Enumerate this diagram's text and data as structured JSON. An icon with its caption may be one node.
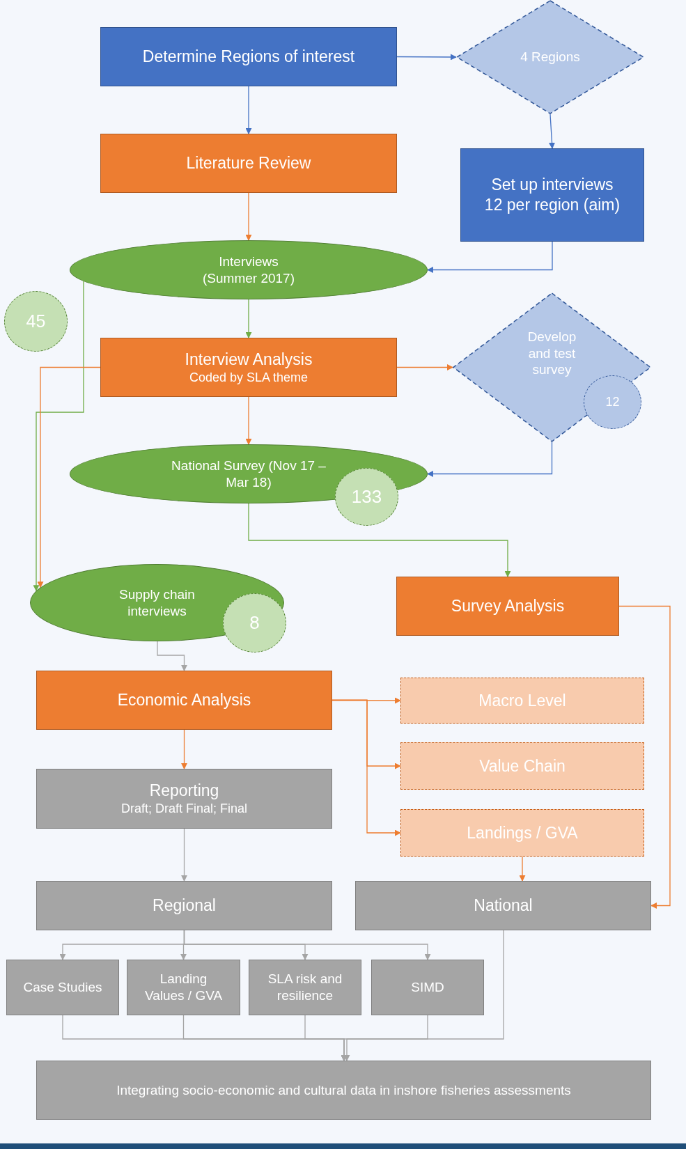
{
  "diagram": {
    "nodes": [
      {
        "text": [
          "Determine Regions of interest"
        ]
      },
      {
        "text": [
          "4 Regions"
        ]
      },
      {
        "text": [
          "Literature Review"
        ]
      },
      {
        "text": [
          "Set up interviews 12 per region (aim)"
        ]
      },
      {
        "text": [
          "Interviews (Summer 2017)"
        ]
      },
      {
        "text": [
          "45"
        ]
      },
      {
        "text": [
          "Interview Analysis",
          "Coded by SLA theme"
        ]
      },
      {
        "text": [
          "Develop and test survey"
        ]
      },
      {
        "text": [
          "12"
        ]
      },
      {
        "text": [
          "National Survey (Nov 17 – Mar 18)"
        ]
      },
      {
        "text": [
          "133"
        ]
      },
      {
        "text": [
          "Survey Analysis"
        ]
      },
      {
        "text": [
          "Supply chain interviews"
        ]
      },
      {
        "text": [
          "8"
        ]
      },
      {
        "text": [
          "Economic Analysis"
        ]
      },
      {
        "text": [
          "Macro Level"
        ]
      },
      {
        "text": [
          "Value Chain"
        ]
      },
      {
        "text": [
          "Landings / GVA"
        ]
      },
      {
        "text": [
          "Reporting",
          "Draft; Draft Final; Final"
        ]
      },
      {
        "text": [
          "Regional"
        ]
      },
      {
        "text": [
          "National"
        ]
      },
      {
        "text": [
          "Case Studies"
        ]
      },
      {
        "text": [
          "Landing Values / GVA"
        ]
      },
      {
        "text": [
          "SLA risk and resilience"
        ]
      },
      {
        "text": [
          "SIMD"
        ]
      },
      {
        "text": [
          "Integrating socio-economic and cultural data in inshore fisheries assessments"
        ]
      }
    ],
    "edges": [
      {
        "from": 0,
        "to": 1,
        "arrow": "to",
        "color": "#4472c4"
      },
      {
        "from": 0,
        "to": 2,
        "arrow": "to",
        "color": "#4472c4"
      },
      {
        "from": 1,
        "to": 3,
        "arrow": "to",
        "color": "#4472c4"
      },
      {
        "from": 3,
        "to": 4,
        "arrow": "to",
        "color": "#4472c4"
      },
      {
        "from": 2,
        "to": 4,
        "arrow": "to",
        "color": "#ed7d31"
      },
      {
        "from": 4,
        "to": 6,
        "arrow": "to",
        "color": "#70ad47"
      },
      {
        "from": 4,
        "to": 12,
        "arrow": "to",
        "color": "#70ad47"
      },
      {
        "from": 6,
        "to": 12,
        "arrow": "to",
        "color": "#ed7d31"
      },
      {
        "from": 6,
        "to": 7,
        "arrow": "to",
        "color": "#ed7d31"
      },
      {
        "from": 6,
        "to": 9,
        "arrow": "to",
        "color": "#ed7d31"
      },
      {
        "from": 7,
        "to": 9,
        "arrow": "to",
        "color": "#4472c4"
      },
      {
        "from": 9,
        "to": 11,
        "arrow": "to",
        "color": "#70ad47"
      },
      {
        "from": 11,
        "to": 20,
        "arrow": "to",
        "color": "#ed7d31"
      },
      {
        "from": 12,
        "to": 14,
        "arrow": "to"
      },
      {
        "from": 14,
        "to": 18,
        "arrow": "to",
        "color": "#ed7d31"
      },
      {
        "from": 14,
        "to": 15,
        "arrow": "to",
        "color": "#ed7d31"
      },
      {
        "from": 14,
        "to": 16,
        "arrow": "to",
        "color": "#ed7d31"
      },
      {
        "from": 14,
        "to": 17,
        "arrow": "to",
        "color": "#ed7d31"
      },
      {
        "from": 17,
        "to": 20,
        "arrow": "to",
        "color": "#ed7d31"
      },
      {
        "from": 18,
        "to": 19,
        "arrow": "to"
      },
      {
        "from": 19,
        "to": 21,
        "arrow": "to"
      },
      {
        "from": 19,
        "to": 22,
        "arrow": "to"
      },
      {
        "from": 19,
        "to": 23,
        "arrow": "to"
      },
      {
        "from": 19,
        "to": 24,
        "arrow": "to"
      },
      {
        "from": 21,
        "to": 25,
        "arrow": "to"
      },
      {
        "from": 22,
        "to": 25,
        "arrow": "to"
      },
      {
        "from": 23,
        "to": 25,
        "arrow": "to"
      },
      {
        "from": 24,
        "to": 25,
        "arrow": "to"
      },
      {
        "from": 20,
        "to": 25,
        "arrow": "to"
      }
    ]
  }
}
